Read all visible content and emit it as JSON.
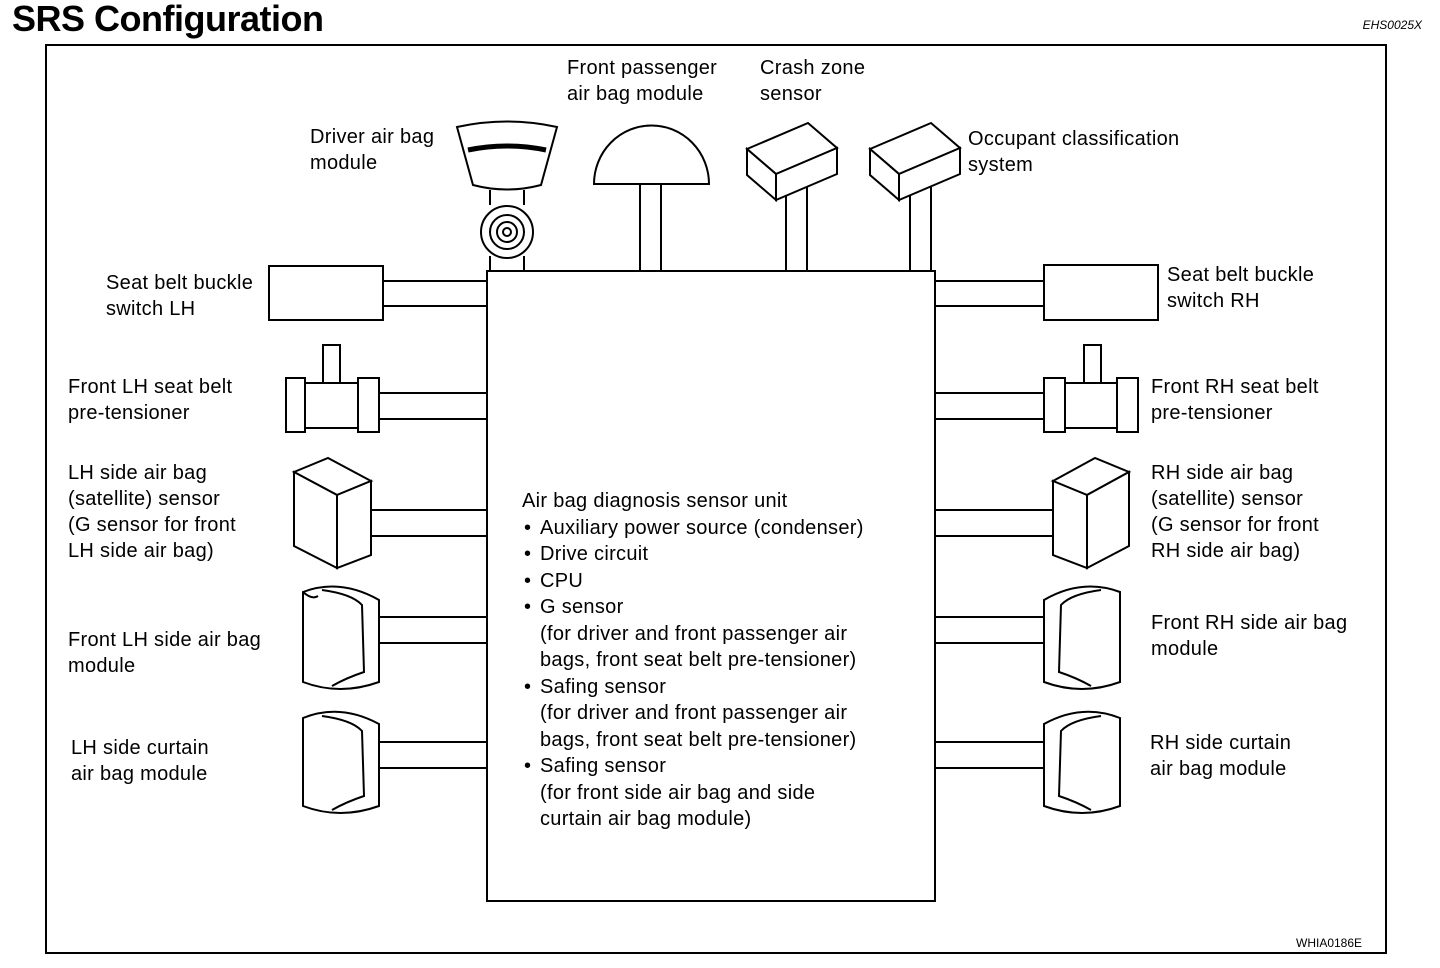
{
  "title": "SRS Configuration",
  "ref_code_top": "EHS0025X",
  "ref_code_bottom": "WHIA0186E",
  "labels": {
    "front_passenger": "Front passenger\nair bag module",
    "crash_zone": "Crash zone\nsensor",
    "driver": "Driver air bag\nmodule",
    "occupant": "Occupant classification\nsystem",
    "buckle_lh": "Seat belt buckle\nswitch LH",
    "buckle_rh": "Seat belt buckle\nswitch RH",
    "pretensioner_lh": "Front LH seat belt\npre-tensioner",
    "pretensioner_rh": "Front RH seat belt\npre-tensioner",
    "satellite_lh": "LH side air bag\n(satellite) sensor\n(G sensor for front\nLH side air bag)",
    "satellite_rh": "RH side air bag\n(satellite) sensor\n(G sensor for front\nRH side air bag)",
    "side_airbag_lh": "Front LH side air bag\nmodule",
    "side_airbag_rh": "Front RH side air bag\nmodule",
    "curtain_lh": "LH side curtain\nair bag module",
    "curtain_rh": "RH side curtain\nair bag module"
  },
  "unit": {
    "heading": "Air bag diagnosis sensor unit",
    "items": [
      {
        "text": "Auxiliary power source (condenser)",
        "sub": ""
      },
      {
        "text": "Drive circuit",
        "sub": ""
      },
      {
        "text": "CPU",
        "sub": ""
      },
      {
        "text": "G sensor",
        "sub": "(for driver and front passenger air\nbags, front seat belt pre-tensioner)"
      },
      {
        "text": "Safing sensor",
        "sub": "(for driver and front passenger air\nbags, front seat belt pre-tensioner)"
      },
      {
        "text": "Safing sensor",
        "sub": "(for front side air bag and side\ncurtain air bag module)"
      }
    ]
  }
}
